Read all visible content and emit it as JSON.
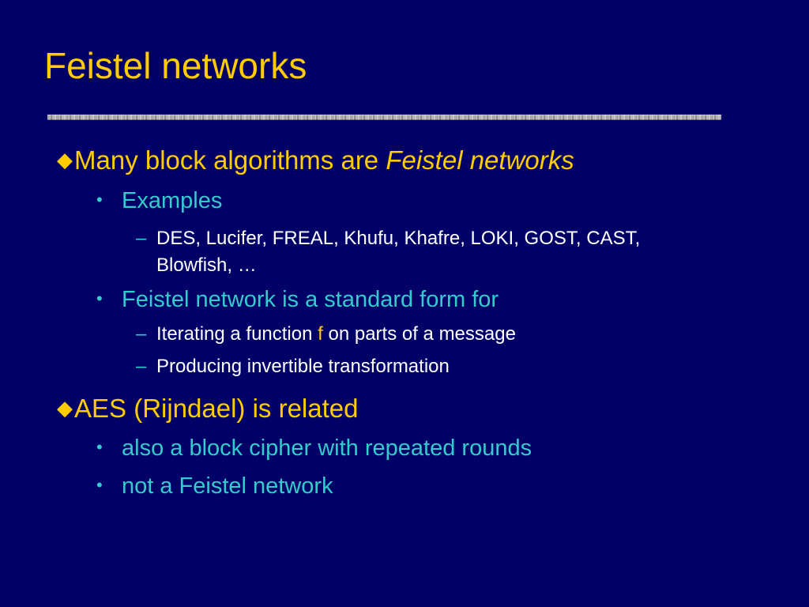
{
  "slide": {
    "title": "Feistel networks",
    "bullets": [
      {
        "marker": "◆",
        "text": "Many block algorithms are ",
        "emphasis": "Feistel networks"
      },
      {
        "marker": "◆",
        "text": "AES (Rijndael) is related"
      }
    ],
    "sub1": {
      "marker": "•",
      "examples": "Examples",
      "standard_form": "Feistel network is a standard form for"
    },
    "sub2": {
      "marker": "–",
      "examples_list": "DES, Lucifer, FREAL, Khufu, Khafre, LOKI, GOST, CAST, Blowfish, …",
      "iterating_pre": "Iterating a function ",
      "iterating_var": "f",
      "iterating_post": " on parts of a message",
      "producing": "Producing invertible transformation"
    },
    "aes_subs": [
      "also a block cipher with repeated rounds",
      "not a Feistel network"
    ]
  }
}
